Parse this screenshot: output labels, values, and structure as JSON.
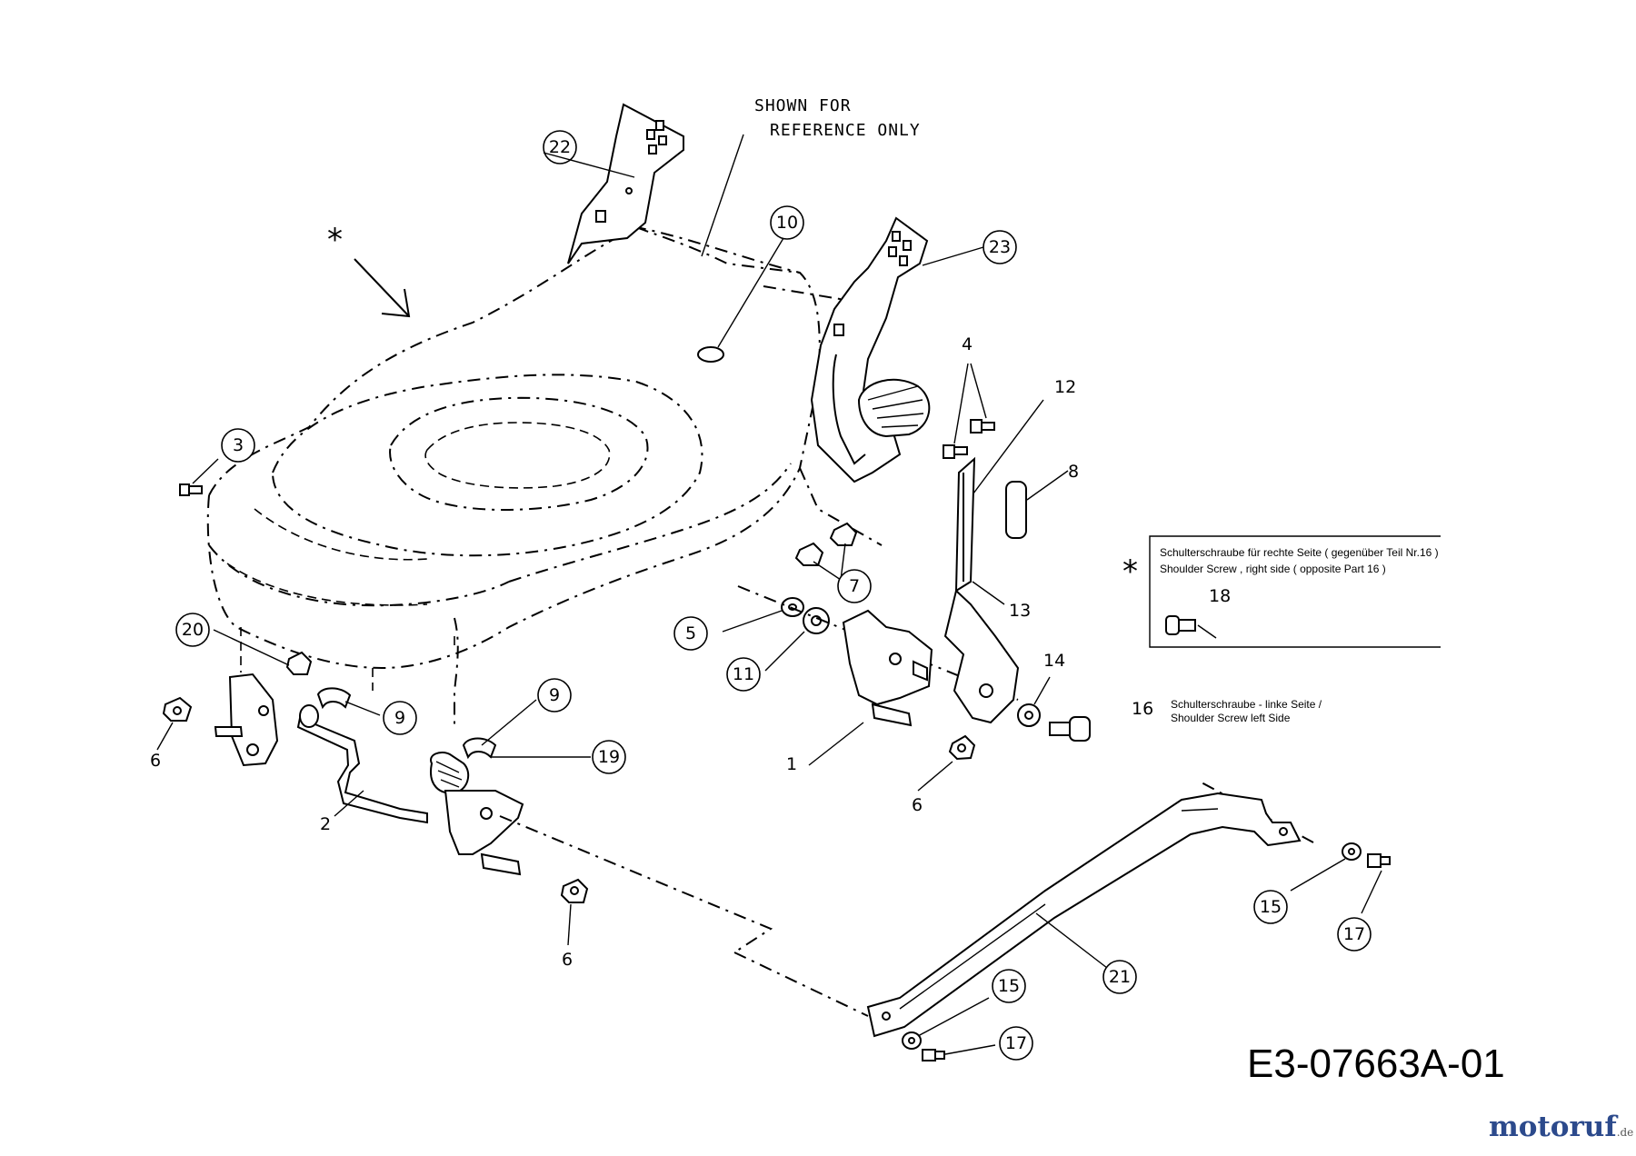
{
  "reference_note": [
    "SHOWN FOR",
    "REFERENCE ONLY"
  ],
  "drawing_number": "E3-07663A-01",
  "watermark": {
    "brand": "motoruf",
    "suffix": ".de"
  },
  "asterisk": "*",
  "box_note": {
    "line1": "Schulterschraube für rechte Seite ( gegenüber Teil  Nr.16 )",
    "line2": "Shoulder Screw  , right side ( opposite Part 16 )",
    "part": "18"
  },
  "left_screw_note": {
    "line1": "Schulterschraube - linke Seite /",
    "line2": "Shoulder Screw left Side"
  },
  "circled_callouts": [
    "22",
    "10",
    "23",
    "3",
    "7",
    "5",
    "11",
    "20",
    "9",
    "9",
    "19",
    "15",
    "17",
    "21",
    "15",
    "17"
  ],
  "plain_callouts": [
    "4",
    "12",
    "8",
    "13",
    "14",
    "16",
    "1",
    "6",
    "6",
    "2",
    "6"
  ]
}
